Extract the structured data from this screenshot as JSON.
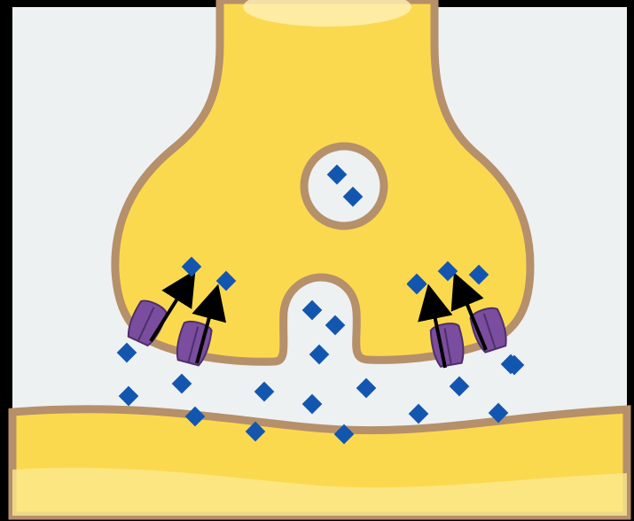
{
  "diagram": {
    "colors": {
      "frame": "#000000",
      "cleft_background": "#eef1f1",
      "terminal_fill": "#fbd94f",
      "membrane": "#b5906b",
      "neurotransmitter": "#1356b0",
      "transporter": "#7a4d9f",
      "arrow": "#000000"
    },
    "components": {
      "presynaptic_terminal": "presynaptic-terminal",
      "postsynaptic_membrane": "postsynaptic-cell",
      "synaptic_vesicle": "synaptic-vesicle",
      "reuptake_transporters": 4,
      "neurotransmitter_molecules": 25
    }
  }
}
